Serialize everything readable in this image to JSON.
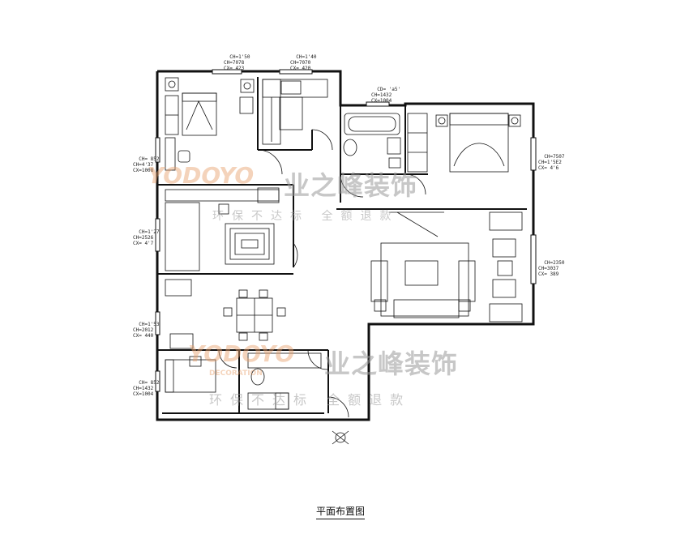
{
  "title": "平面布置图",
  "dims": [
    {
      "id": "d1",
      "text": [
        "CH=1'50",
        "CH=7078",
        "CX= 423"
      ]
    },
    {
      "id": "d2",
      "text": [
        "CH=1'40",
        "CH=7070",
        "CX= 420"
      ]
    },
    {
      "id": "d3",
      "text": [
        "CD= 'a5'",
        "CH=1432",
        "CX=1004"
      ]
    },
    {
      "id": "d4",
      "text": [
        "CH= 852",
        "CH=4'37",
        "CX=1008"
      ]
    },
    {
      "id": "d5",
      "text": [
        "CH=7507",
        "CH=1'5E2",
        "CX= 4'6"
      ]
    },
    {
      "id": "d6",
      "text": [
        "CH=1'27",
        "CH=2526",
        "CX= 4'7"
      ]
    },
    {
      "id": "d7",
      "text": [
        "CH=2350",
        "CH=3037",
        "CX= 389"
      ]
    },
    {
      "id": "d8",
      "text": [
        "CH=1'53",
        "CH=2012",
        "CX= 440"
      ]
    },
    {
      "id": "d9",
      "text": [
        "CH= 852",
        "CH=1432",
        "CX=1004"
      ]
    }
  ],
  "watermark": {
    "logo": "YODOYO",
    "logo_sub": "DECORATION",
    "brand": "业之峰装饰",
    "tagline": "环保不达标 全额退款",
    "tagline_partial": "环保不达标 全额退款"
  }
}
